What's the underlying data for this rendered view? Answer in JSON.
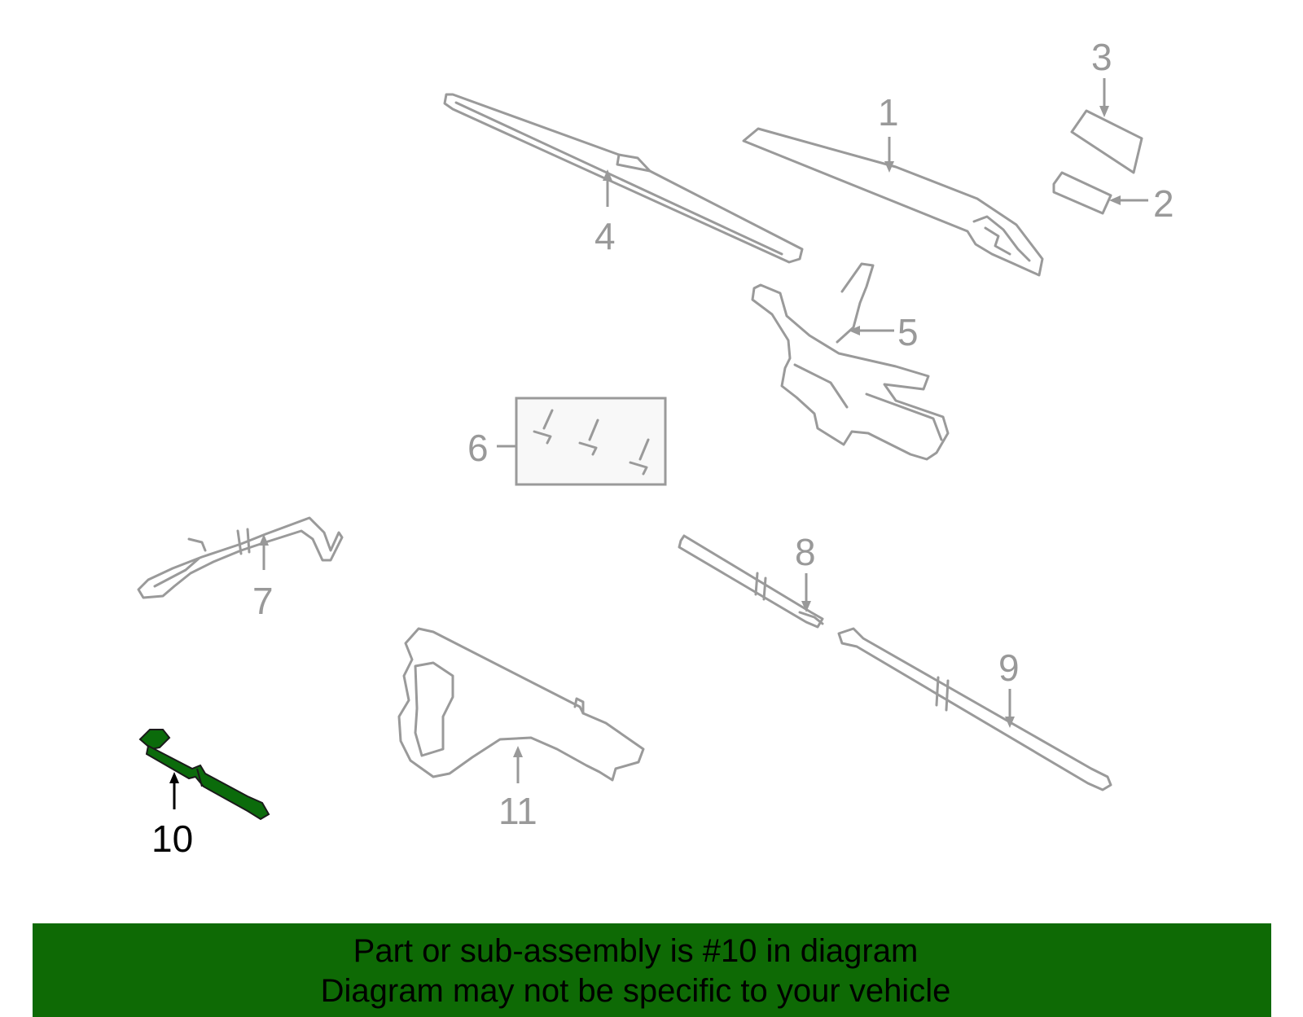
{
  "callouts": {
    "c1": "1",
    "c2": "2",
    "c3": "3",
    "c4": "4",
    "c5": "5",
    "c6": "6",
    "c7": "7",
    "c8": "8",
    "c9": "9",
    "c10": "10",
    "c11": "11"
  },
  "highlighted_part": "10",
  "colors": {
    "banner": "#0e6a05",
    "highlight_part": "#0b6b0b",
    "line_art": "#9a9a9a",
    "callout_inactive": "#999999",
    "callout_active": "#000000"
  },
  "banner": {
    "line1": "Part or sub-assembly is #10 in diagram",
    "line2": "Diagram may not be specific to your vehicle"
  }
}
